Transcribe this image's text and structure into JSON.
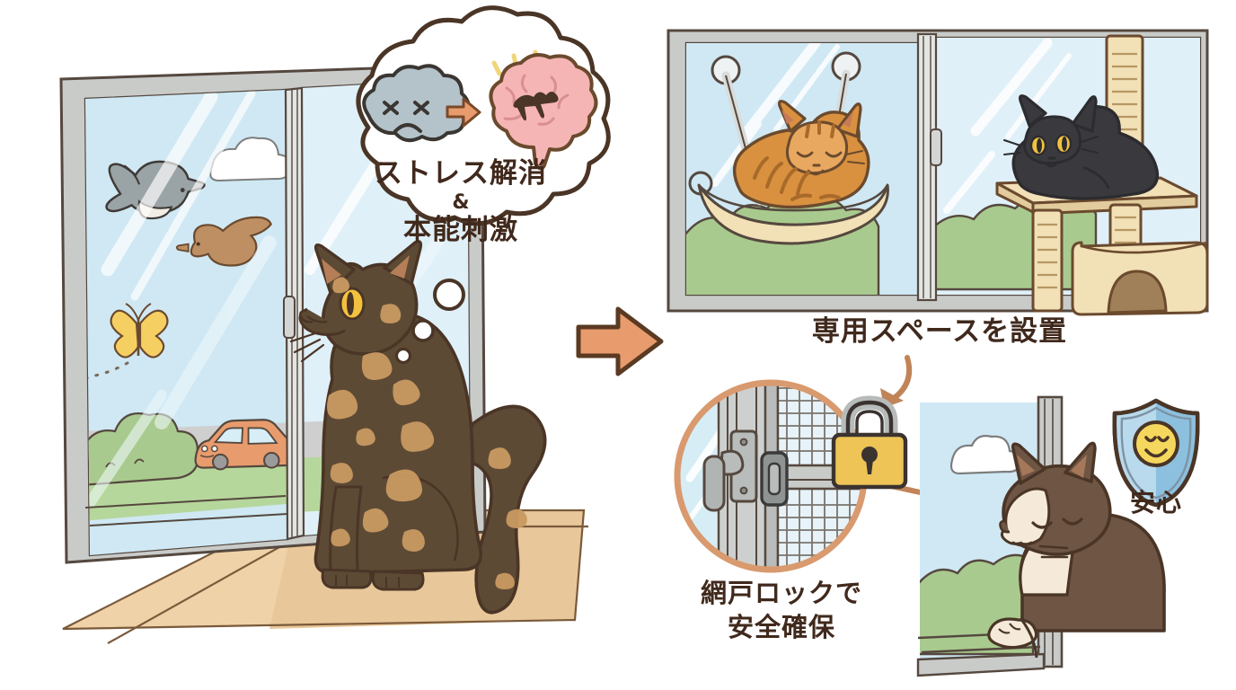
{
  "illustration": {
    "title": "猫の窓辺ストレス解消と安全対策 イラスト",
    "background_color": "#ffffff",
    "ink_color": "#4a3526",
    "highlight_color": "#f6e2ab",
    "accent_orange": "#e89b6c",
    "sky_color": "#cfe8f4",
    "floor_color": "#efd2a8",
    "frame_color": "#c9cbc9",
    "greenery_color": "#a9ca8e"
  },
  "left_panel": {
    "name": "ストレスを感じる猫と窓の外の景色",
    "window": {
      "sky": "#cfe8f4",
      "road_color": "#c9c9c9",
      "bush_color": "#a9ca8e"
    },
    "outside_objects": [
      {
        "name": "gray-bird",
        "label": "灰色の小鳥",
        "color": "#9aa3a6"
      },
      {
        "name": "brown-bird",
        "label": "茶色の小鳥",
        "color": "#bd8f63"
      },
      {
        "name": "butterfly",
        "label": "黄色い蝶",
        "color": "#f6cf63"
      },
      {
        "name": "cloud",
        "label": "雲",
        "color": "#ffffff"
      },
      {
        "name": "car",
        "label": "オレンジ色の車",
        "color": "#e9a07a"
      }
    ],
    "cat": {
      "name": "tortoiseshell-cat",
      "label": "サビ猫",
      "body": "#5d4a35",
      "patch": "#c99a62",
      "eye": "#f2c23e"
    }
  },
  "thought_bubble": {
    "stress_icon_label": "ストレスの雲",
    "arrow_label": "→",
    "brain_label": "活性化した脳",
    "lines": {
      "line1": "ストレス解消",
      "amp": "&",
      "line2": "本能刺激"
    }
  },
  "big_arrow": {
    "label": "→",
    "color": "#e89b6c"
  },
  "right_top_panel": {
    "name": "専用スペースを設置",
    "caption": "専用スペースを設置",
    "items": [
      {
        "name": "window-hammock",
        "label": "吸盤式ウィンドウハンモック",
        "cat": "茶トラ猫"
      },
      {
        "name": "cat-tower",
        "label": "キャットタワー",
        "cat": "黒猫"
      }
    ]
  },
  "right_bottom_panel": {
    "name": "網戸ロックと安心",
    "caption_line1": "網戸ロックで",
    "caption_line2": "安全確保",
    "lock_icon_label": "南京錠アイコン",
    "magnifier_label": "網戸のロック部分の拡大図",
    "shield": {
      "name": "safety-shield-badge",
      "label": "安心",
      "face": "スマイル",
      "color": "#8cc0de"
    },
    "cat": {
      "name": "brown-white-cat",
      "label": "茶白の猫",
      "body": "#6e5544",
      "belly": "#f5ead9"
    }
  }
}
